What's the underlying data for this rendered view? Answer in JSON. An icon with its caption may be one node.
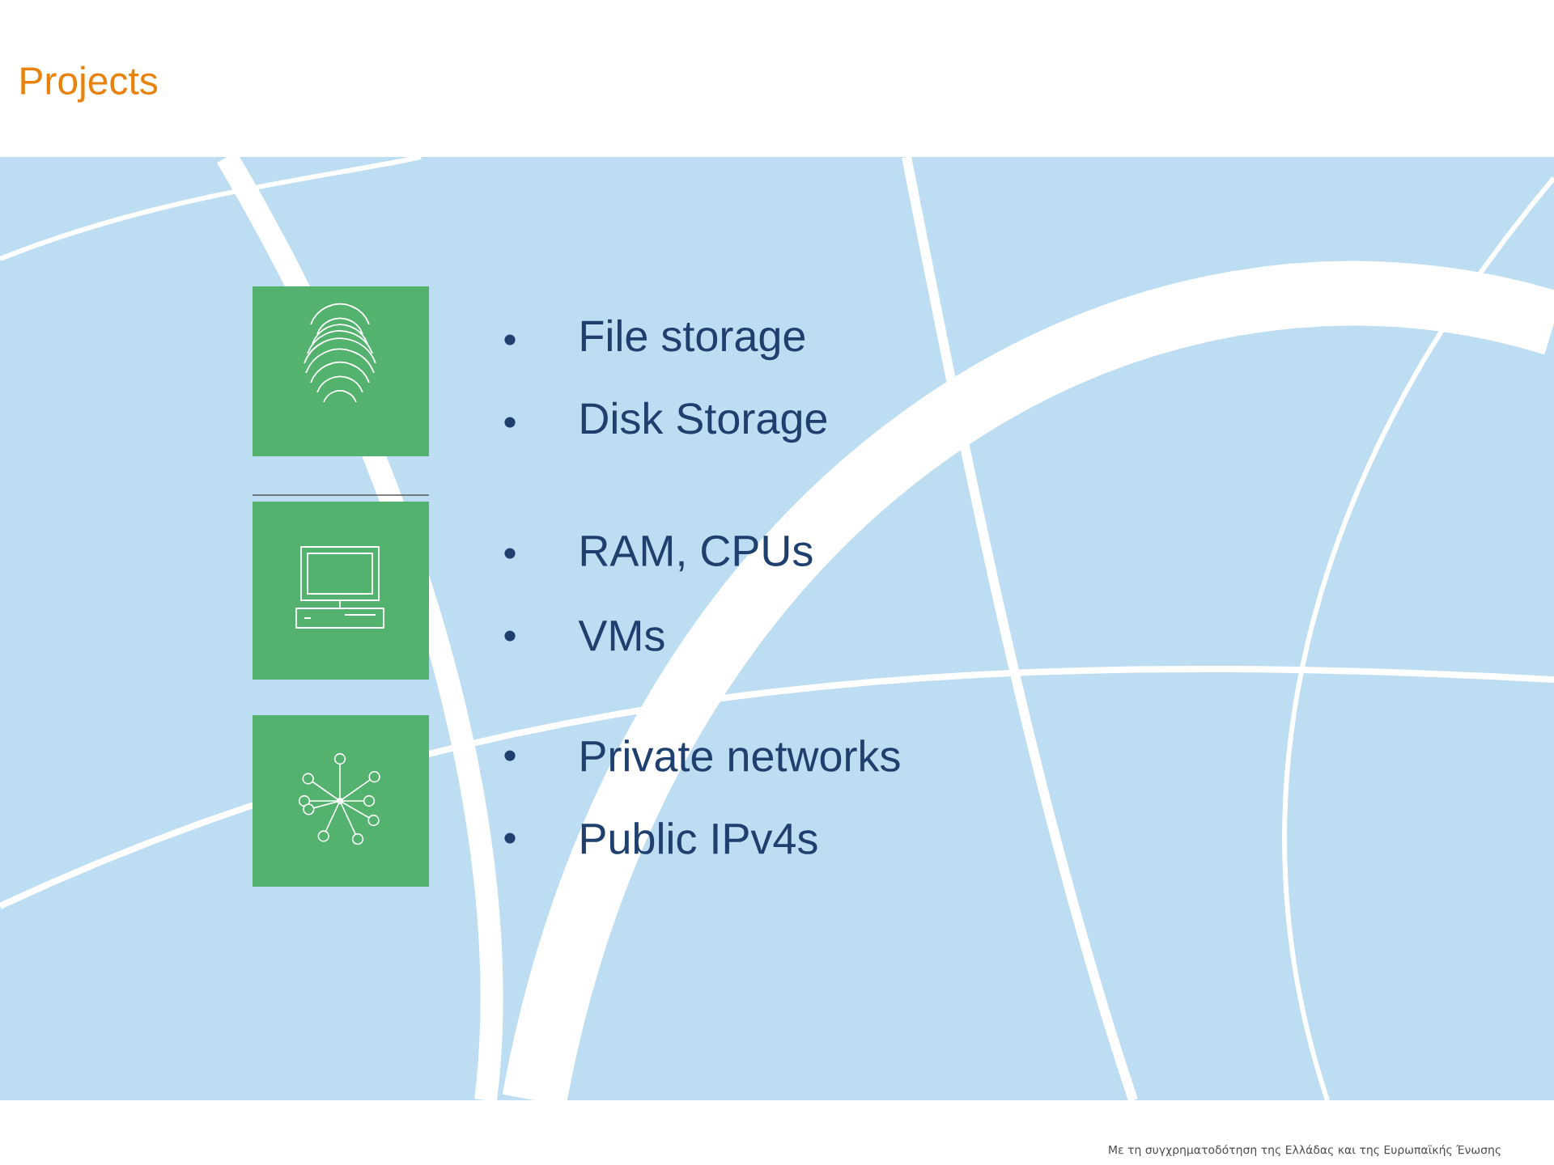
{
  "diagram": {
    "title": "Projects",
    "labels": [
      "File storage",
      "Disk Storage",
      "RAM, CPUs",
      "VMs",
      "Private networks",
      "Public IPv4s",
      "Με τη συγχρηματοδότηση της Ελλάδας και της Ευρωπαϊκής Ένωσης"
    ]
  }
}
